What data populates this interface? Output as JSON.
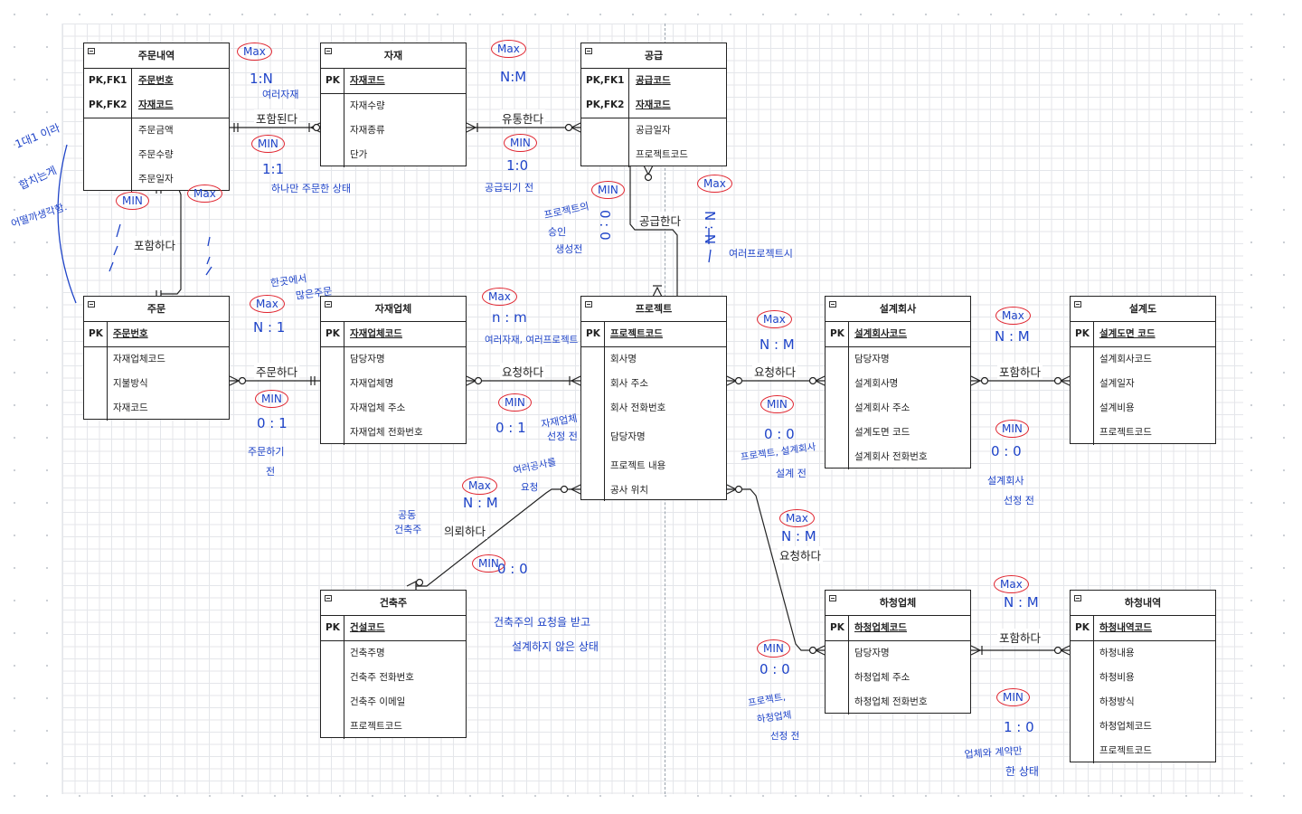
{
  "entities": {
    "order_detail": {
      "title": "주문내역",
      "keys": [
        {
          "k": "PK,FK1",
          "f": "주문번호"
        },
        {
          "k": "PK,FK2",
          "f": "자재코드"
        }
      ],
      "fields": [
        "주문금액",
        "주문수량",
        "주문일자"
      ]
    },
    "material": {
      "title": "자재",
      "keys": [
        {
          "k": "PK",
          "f": "자재코드"
        }
      ],
      "fields": [
        "자재수량",
        "자재종류",
        "단가"
      ]
    },
    "supply": {
      "title": "공급",
      "keys": [
        {
          "k": "PK,FK1",
          "f": "공급코드"
        },
        {
          "k": "PK,FK2",
          "f": "자재코드"
        }
      ],
      "fields": [
        "공급일자",
        "프로젝트코드"
      ]
    },
    "order": {
      "title": "주문",
      "keys": [
        {
          "k": "PK",
          "f": "주문번호"
        }
      ],
      "fields": [
        "자재업체코드",
        "지불방식",
        "자재코드"
      ]
    },
    "vendor": {
      "title": "자재업체",
      "keys": [
        {
          "k": "PK",
          "f": "자재업체코드"
        }
      ],
      "fields": [
        "담당자명",
        "자재업체명",
        "자재업체 주소",
        "자재업체 전화번호"
      ]
    },
    "project": {
      "title": "프로젝트",
      "keys": [
        {
          "k": "PK",
          "f": "프로젝트코드"
        }
      ],
      "fields": [
        "회사명",
        "회사 주소",
        "회사 전화번호",
        "담당자명",
        "프로젝트 내용",
        "공사 위치"
      ]
    },
    "design_co": {
      "title": "설계회사",
      "keys": [
        {
          "k": "PK",
          "f": "설계회사코드"
        }
      ],
      "fields": [
        "담당자명",
        "설계회사명",
        "설계회사 주소",
        "설계도면 코드",
        "설계회사 전화번호"
      ]
    },
    "blueprint": {
      "title": "설계도",
      "keys": [
        {
          "k": "PK",
          "f": "설계도면 코드"
        }
      ],
      "fields": [
        "설계회사코드",
        "설계일자",
        "설계비용",
        "프로젝트코드"
      ]
    },
    "client": {
      "title": "건축주",
      "keys": [
        {
          "k": "PK",
          "f": "건설코드"
        }
      ],
      "fields": [
        "건축주명",
        "건축주 전화번호",
        "건축주 이메일",
        "프로젝트코드"
      ]
    },
    "subcon": {
      "title": "하청업체",
      "keys": [
        {
          "k": "PK",
          "f": "하청업체코드"
        }
      ],
      "fields": [
        "담당자명",
        "하청업체 주소",
        "하청업체 전화번호"
      ]
    },
    "subcon_detail": {
      "title": "하청내역",
      "keys": [
        {
          "k": "PK",
          "f": "하청내역코드"
        }
      ],
      "fields": [
        "하청내용",
        "하청비용",
        "하청방식",
        "하청업체코드",
        "프로젝트코드"
      ]
    }
  },
  "relationships": {
    "included": "포함된다",
    "distributes": "유통한다",
    "supplies": "공급한다",
    "contains": "포함하다",
    "orders": "주문하다",
    "requests_vendor": "요청하다",
    "requests_design": "요청하다",
    "contains_blueprint": "포함하다",
    "commissions": "의뢰하다",
    "requests_subcon": "요청하다",
    "contains_subcon": "포함하다"
  },
  "annotations": {
    "max": "Max",
    "min": "MIN",
    "c1": "1:N",
    "c1b": "여러자재",
    "c1min": "1:1",
    "c1n": "하나만 주문한 상태",
    "c2": "N:M",
    "c2min": "1:0",
    "c2n": "공급되기 전",
    "c3a": "프로젝트의",
    "c3b": "승인",
    "c3c": "생성전",
    "c3min": "0 : 0",
    "c3max": "N : N",
    "c3n": "여러프로젝트시",
    "left1": "1대1 이라",
    "left2": "합치는게",
    "left3": "어떨까생각함.",
    "c4a": "한곳에서",
    "c4b": "많은주문",
    "c4max": "N : 1",
    "c4min": "0 : 1",
    "c4n1": "주문하기",
    "c4n2": "전",
    "c5max": "n : m",
    "c5n": "여러자재, 여러프로젝트",
    "c5min": "0 : 1",
    "c5n2a": "자재업체",
    "c5n2b": "선정 전",
    "c6max": "N : M",
    "c6min": "0 : 0",
    "c6n1": "프로젝트, 설계회사",
    "c6n2": "설계 전",
    "c7max": "N : M",
    "c7min": "0 : 0",
    "c7n1": "설계회사",
    "c7n2": "선정 전",
    "c8a": "공동",
    "c8b": "건축주",
    "c8max": "N : M",
    "c8n1": "여러공사를",
    "c8n2": "요청",
    "c8min": "0 : 0",
    "c8n3": "건축주의 요청을 받고",
    "c8n4": "설계하지 않은 상태",
    "c9max": "N : M",
    "c9min": "0 : 0",
    "c9n1": "프로젝트,",
    "c9n2": "하청업체",
    "c9n3": "선정 전",
    "c10max": "N : M",
    "c10min": "1 : 0",
    "c10n1": "업체와 계약만",
    "c10n2": "한 상태"
  },
  "colors": {
    "ink": "#1f44c8",
    "circle": "#e0232e",
    "line": "#222222"
  }
}
